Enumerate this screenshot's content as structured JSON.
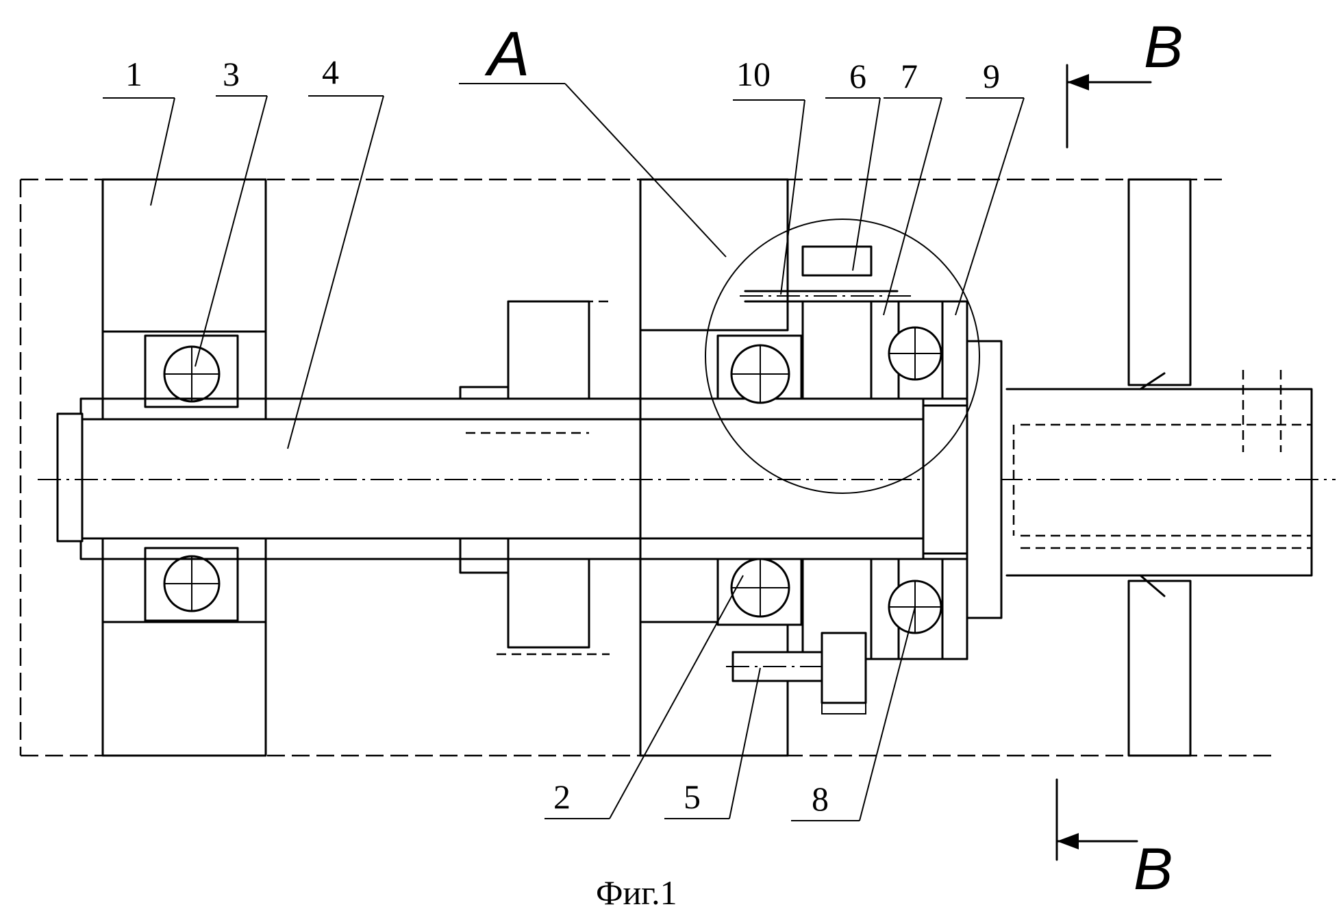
{
  "figure": {
    "caption": "Фиг.1",
    "detail_view_label": "A",
    "section_label_top": "B",
    "section_label_bottom": "B"
  },
  "callouts": [
    {
      "id": "1",
      "text": "1"
    },
    {
      "id": "3",
      "text": "3"
    },
    {
      "id": "4",
      "text": "4"
    },
    {
      "id": "10",
      "text": "10"
    },
    {
      "id": "6",
      "text": "6"
    },
    {
      "id": "7",
      "text": "7"
    },
    {
      "id": "9",
      "text": "9"
    },
    {
      "id": "2",
      "text": "2"
    },
    {
      "id": "5",
      "text": "5"
    },
    {
      "id": "8",
      "text": "8"
    }
  ]
}
